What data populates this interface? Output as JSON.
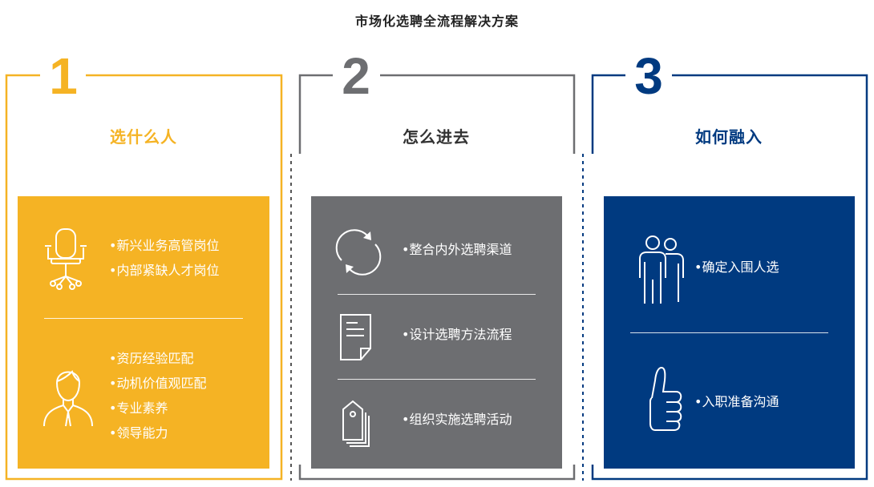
{
  "title": "市场化选聘全流程解决方案",
  "colors": {
    "col1": "#f5b324",
    "col2": "#6d6e71",
    "col3": "#003a80"
  },
  "columns": [
    {
      "number": "1",
      "heading": "选什么人",
      "items": [
        {
          "icon": "office-chair-icon",
          "lines": [
            "•新兴业务高管岗位",
            "•内部紧缺人才岗位"
          ]
        },
        {
          "icon": "person-bust-icon",
          "lines": [
            "•资历经验匹配",
            "•动机价值观匹配",
            "•专业素养",
            "•领导能力"
          ]
        }
      ]
    },
    {
      "number": "2",
      "heading": "怎么进去",
      "items": [
        {
          "icon": "refresh-cycle-icon",
          "lines": [
            "•整合内外选聘渠道"
          ]
        },
        {
          "icon": "document-icon",
          "lines": [
            "•设计选聘方法流程"
          ]
        },
        {
          "icon": "tag-icon",
          "lines": [
            "•组织实施选聘活动"
          ]
        }
      ]
    },
    {
      "number": "3",
      "heading": "如何融入",
      "items": [
        {
          "icon": "two-people-icon",
          "lines": [
            "•确定入围人选"
          ]
        },
        {
          "icon": "thumbs-up-icon",
          "lines": [
            "•入职准备沟通"
          ]
        }
      ]
    }
  ]
}
